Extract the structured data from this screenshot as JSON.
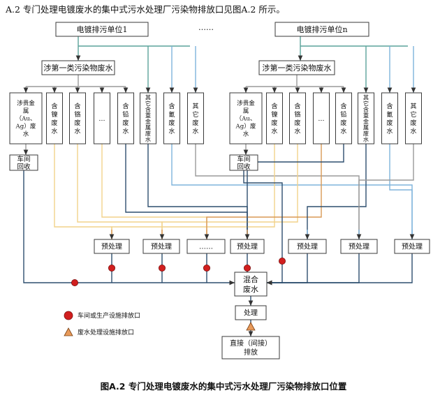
{
  "heading": "A.2    专门处理电镀废水的集中式污水处理厂污染物排放口见图A.2 所示。",
  "caption": "图A.2    专门处理电镀废水的集中式污水处理厂污染物排放口位置",
  "units": {
    "unit1": "电镀排污单位1",
    "unitn": "电镀排污单位n",
    "ellipsis": "……"
  },
  "class_one": "涉第一类污染物废水",
  "groups": [
    {
      "cols": [
        [
          "涉贵金",
          "属",
          "（Au、",
          "Ag）废",
          "水"
        ],
        [
          "含",
          "镍",
          "废",
          "水"
        ],
        [
          "含",
          "铬",
          "废",
          "水"
        ],
        [
          "…"
        ],
        [
          "含",
          "铅",
          "废",
          "水"
        ],
        [
          "其",
          "它",
          "含",
          "重",
          "金",
          "属",
          "废",
          "水"
        ],
        [
          "含",
          "氰",
          "废",
          "水"
        ],
        [
          "其",
          "它",
          "废",
          "水"
        ]
      ],
      "recovery": [
        "车间",
        "回收"
      ]
    },
    {
      "cols": [
        [
          "涉贵金",
          "属",
          "（Au、",
          "Ag）废",
          "水"
        ],
        [
          "含",
          "镍",
          "废",
          "水"
        ],
        [
          "含",
          "铬",
          "废",
          "水"
        ],
        [
          "…"
        ],
        [
          "含",
          "铅",
          "废",
          "水"
        ],
        [
          "其",
          "它",
          "含",
          "重",
          "金",
          "属",
          "废",
          "水"
        ],
        [
          "含",
          "氰",
          "废",
          "水"
        ],
        [
          "其",
          "它",
          "废",
          "水"
        ]
      ],
      "recovery": [
        "车间",
        "回收"
      ]
    }
  ],
  "pretreat": [
    "预处理",
    "预处理",
    "……",
    "预处理",
    "预处理",
    "预处理",
    "预处理"
  ],
  "mixed": [
    "混合",
    "废水"
  ],
  "treat": "处理",
  "discharge": [
    "直接（间接）",
    "排放"
  ],
  "legend": {
    "workshop": "车间或生产设施排放口",
    "plant": "废水处理设施排放口"
  },
  "colors": {
    "box": "#3a3a3a",
    "gold": "#f2d28a",
    "orange": "#d99955",
    "teal": "#5aa39a",
    "blue": "#7eb3dc",
    "navy": "#2d4e6e",
    "gray": "#9a9a9a",
    "marker_red": "#d11f1f",
    "marker_orange": "#e89a5a"
  }
}
